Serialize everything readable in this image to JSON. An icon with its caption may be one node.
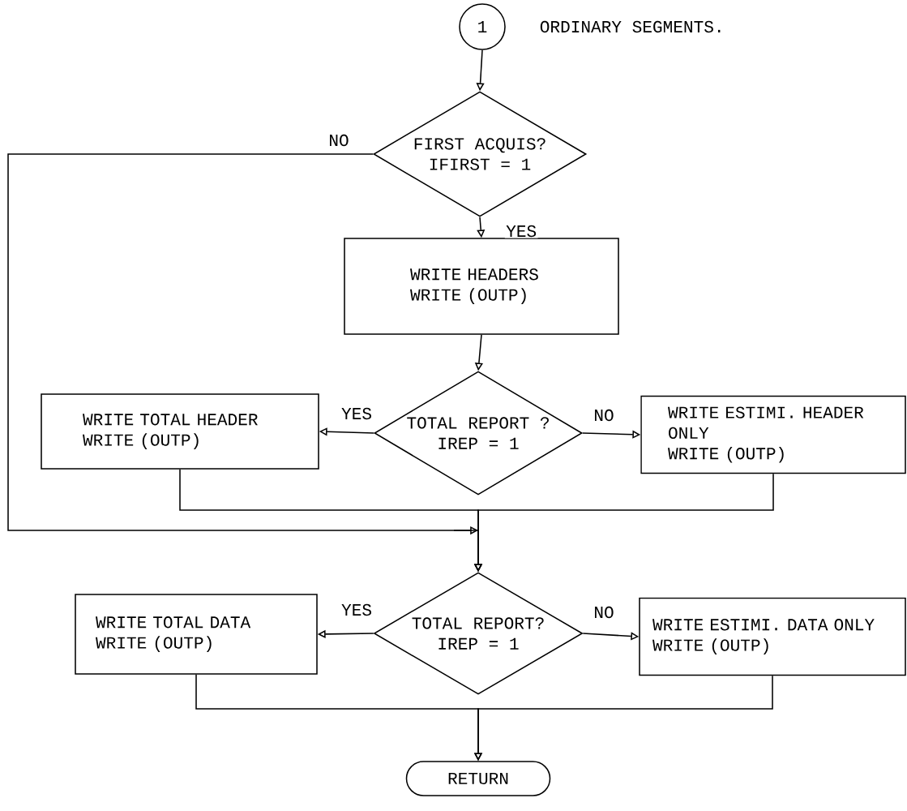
{
  "diagram": {
    "nodes": [
      {
        "text": [
          "1"
        ],
        "beside": [
          "ORDINARY SEGMENTS."
        ]
      },
      {
        "text": [
          "FIRST ACQUIS?",
          "IFIRST = 1"
        ]
      },
      {
        "text": [
          "WRITE HEADERS",
          "WRITE (OUTP)"
        ]
      },
      {
        "text": [
          "TOTAL REPORT ?",
          "IREP = 1"
        ]
      },
      {
        "text": [
          "WRITE TOTAL HEADER",
          "WRITE (OUTP)"
        ]
      },
      {
        "text": [
          "WRITE ESTIMI. HEADER ONLY",
          "WRITE (OUTP)"
        ]
      },
      {
        "text": [
          "TOTAL REPORT?",
          "IREP = 1"
        ]
      },
      {
        "text": [
          "WRITE TOTAL DATA",
          "WRITE (OUTP)"
        ]
      },
      {
        "text": [
          "WRITE ESTIMI. DATA ONLY",
          "WRITE (OUTP)"
        ]
      },
      {
        "text": [
          "RETURN"
        ]
      }
    ],
    "edges": [
      {
        "from": 0,
        "to": 1,
        "arrow": "to"
      },
      {
        "from": 1,
        "to": 2,
        "arrow": "to",
        "label": "YES"
      },
      {
        "from": 1,
        "to": 6,
        "arrow": "to",
        "label": "NO"
      },
      {
        "from": 2,
        "to": 3,
        "arrow": "to"
      },
      {
        "from": 3,
        "to": 4,
        "arrow": "to",
        "label": "YES"
      },
      {
        "from": 3,
        "to": 5,
        "arrow": "to",
        "label": "NO"
      },
      {
        "from": 4,
        "to": 6,
        "arrow": "to"
      },
      {
        "from": 5,
        "to": 6,
        "arrow": "to"
      },
      {
        "from": 6,
        "to": 7,
        "arrow": "to",
        "label": "YES"
      },
      {
        "from": 6,
        "to": 8,
        "arrow": "to",
        "label": "NO"
      },
      {
        "from": 7,
        "to": 9,
        "arrow": "to"
      },
      {
        "from": 8,
        "to": 9,
        "arrow": "to"
      }
    ]
  }
}
